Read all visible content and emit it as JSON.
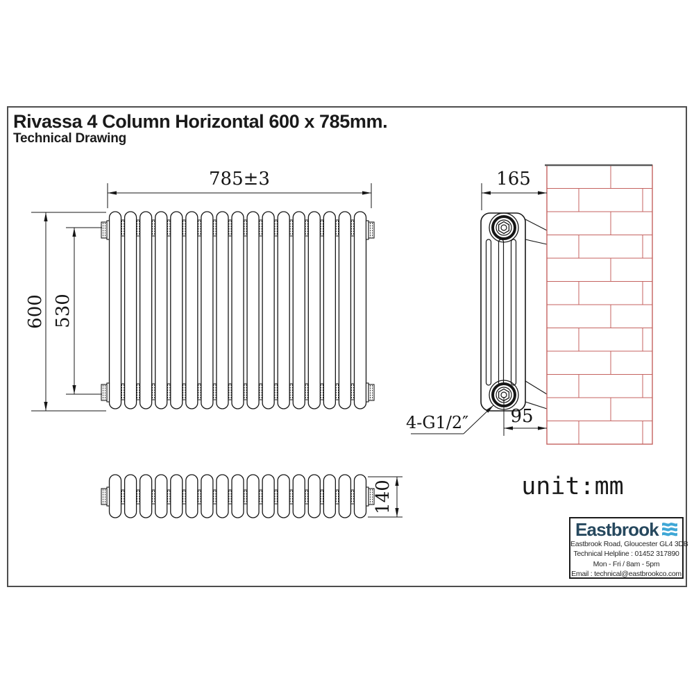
{
  "header": {
    "title": "Rivassa 4 Column Horizontal 600 x 785mm.",
    "subtitle": "Technical Drawing"
  },
  "dimensions": {
    "overall_width": "785±3",
    "overall_height": "600",
    "tapping_centres": "530",
    "wall_to_front": "165",
    "wall_to_tapping_centre": "95",
    "depth": "140",
    "connections": "4-G1/2″"
  },
  "unit_label": "unit:mm",
  "drawing": {
    "front_sections": 17,
    "plan_sections": 17,
    "side_slots": 3,
    "brick_rows": 12
  },
  "footer": {
    "brand": "Eastbrook",
    "address": "Eastbrook Road, Gloucester GL4 3DB",
    "helpline": "Technical Helpline : 01452 317890",
    "hours": "Mon - Fri / 8am - 5pm",
    "email": "Email : technical@eastbrookco.com"
  },
  "colors": {
    "brick": "#c4625f",
    "wall_top": "#5a5a5a",
    "line": "#161616",
    "logo_text": "#26485e",
    "logo_wave": "#3fa7d6"
  }
}
